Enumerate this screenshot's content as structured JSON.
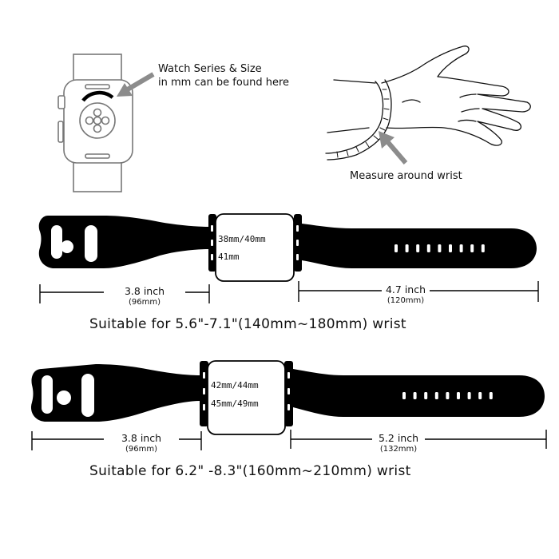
{
  "watch_callout": {
    "line1": "Watch Series & Size",
    "line2": "in mm can be found here"
  },
  "wrist_callout": "Measure around wrist",
  "small_band": {
    "sizes": [
      "38mm/40mm",
      "41mm"
    ],
    "left_length": "3.8 inch",
    "left_length_mm": "(96mm)",
    "right_length": "4.7 inch",
    "right_length_mm": "(120mm)",
    "suitable": "Suitable for 5.6\"-7.1\"(140mm~180mm) wrist"
  },
  "large_band": {
    "sizes": [
      "42mm/44mm",
      "45mm/49mm"
    ],
    "left_length": "3.8 inch",
    "left_length_mm": "(96mm)",
    "right_length": "5.2 inch",
    "right_length_mm": "(132mm)",
    "suitable": "Suitable for 6.2\" -8.3\"(160mm~210mm) wrist"
  },
  "colors": {
    "band": "#000000",
    "outline": "#666666",
    "arrow": "#8c8c8c"
  }
}
